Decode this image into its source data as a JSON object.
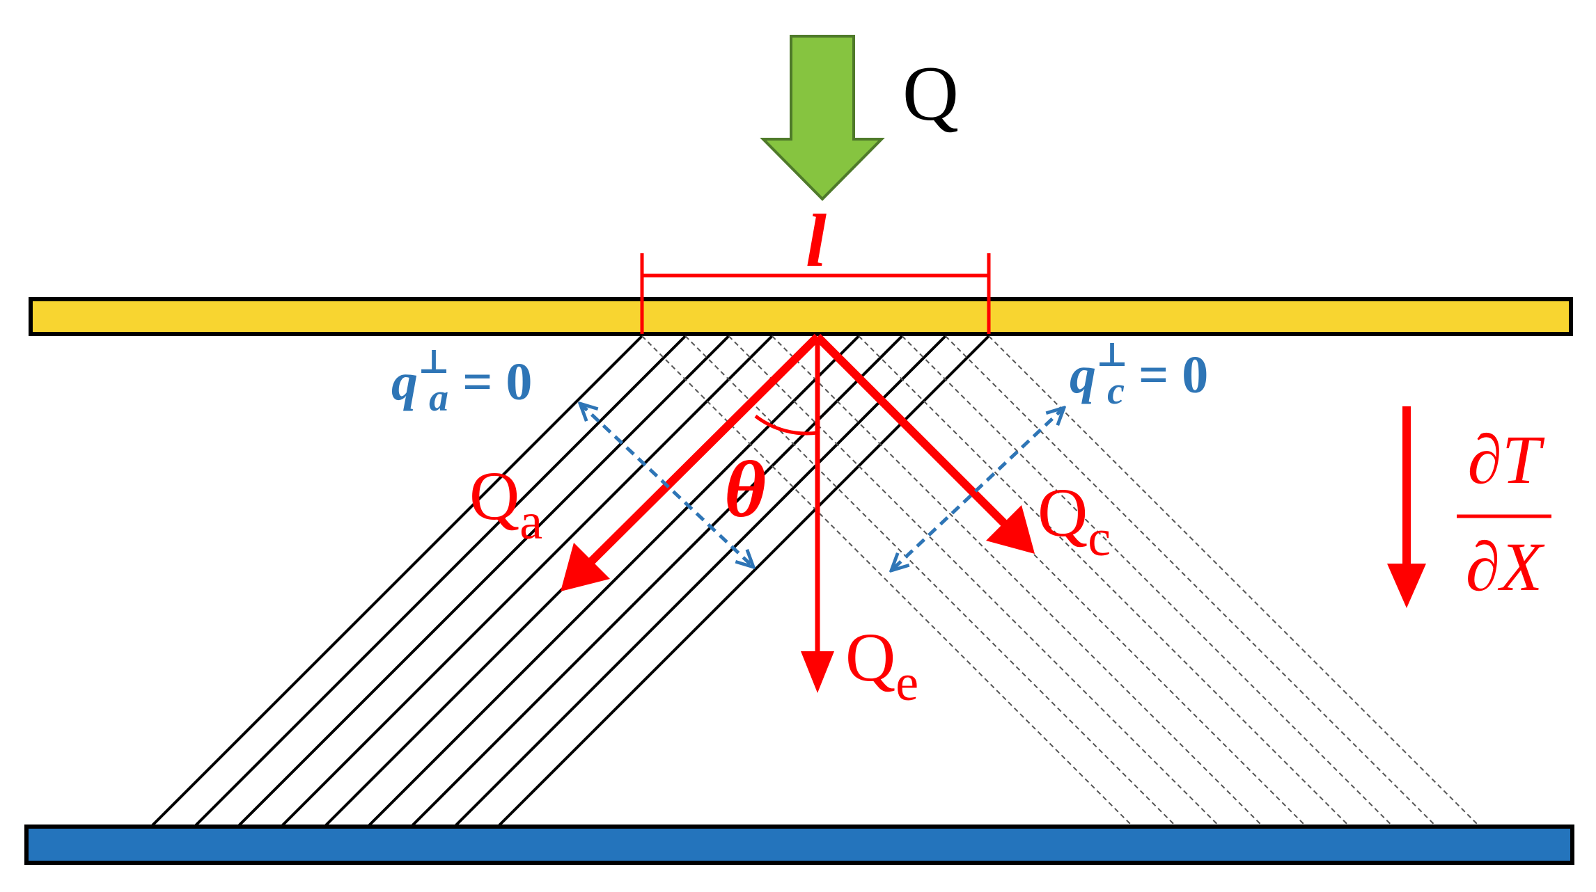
{
  "labels": {
    "q_in": "Q",
    "length": "l",
    "q_a_perp": "q",
    "q_a_perp_sup": "⊥",
    "q_a_perp_sub": "a",
    "q_a_perp_eq": "= 0",
    "q_c_perp": "q",
    "q_c_perp_sup": "⊥",
    "q_c_perp_sub": "c",
    "q_c_perp_eq": "= 0",
    "theta": "θ",
    "q_a": "Q",
    "q_a_sub": "a",
    "q_c": "Q",
    "q_c_sub": "c",
    "q_e": "Q",
    "q_e_sub": "e",
    "grad_num": "∂T",
    "grad_den": "∂X"
  },
  "colors": {
    "top_plate": "#f8d530",
    "bottom_plate": "#2474bc",
    "heat_arrow": "#86c440",
    "flux": "#ff0000",
    "perp_flux": "#2e75b6",
    "fiber_solid": "#000000",
    "fiber_dashed": "#555555"
  },
  "icons": {
    "heat_input": "down-arrow-icon",
    "gradient": "down-arrow-icon"
  }
}
